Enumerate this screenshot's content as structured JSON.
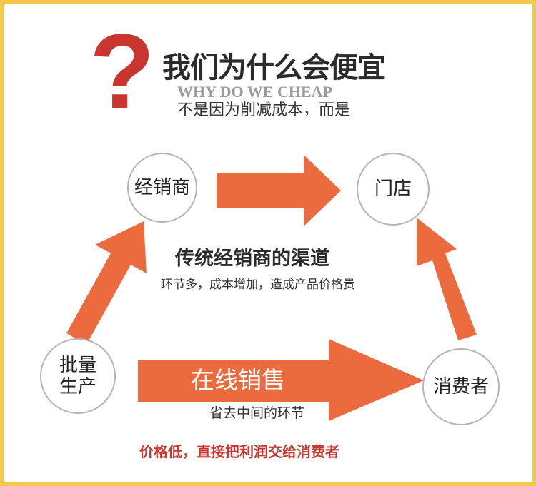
{
  "header": {
    "question_mark": "?",
    "title": "我们为什么会便宜",
    "subtitle_en": "WHY DO WE CHEAP",
    "subtitle_cn": "不是因为削减成本，而是"
  },
  "nodes": {
    "dealer": "经销商",
    "store": "门店",
    "producer_line1": "批量",
    "producer_line2": "生产",
    "consumer": "消费者"
  },
  "traditional": {
    "title": "传统经销商的渠道",
    "desc": "环节多，成本增加，造成产品价格贵"
  },
  "online": {
    "title": "在线销售",
    "desc": "省去中间的环节"
  },
  "footer": "价格低，直接把利润交给消费者",
  "colors": {
    "arrow": "#ec6b3e",
    "accent": "#c8362f",
    "border": "#f3c94a",
    "circle": "#b5b5b5"
  }
}
